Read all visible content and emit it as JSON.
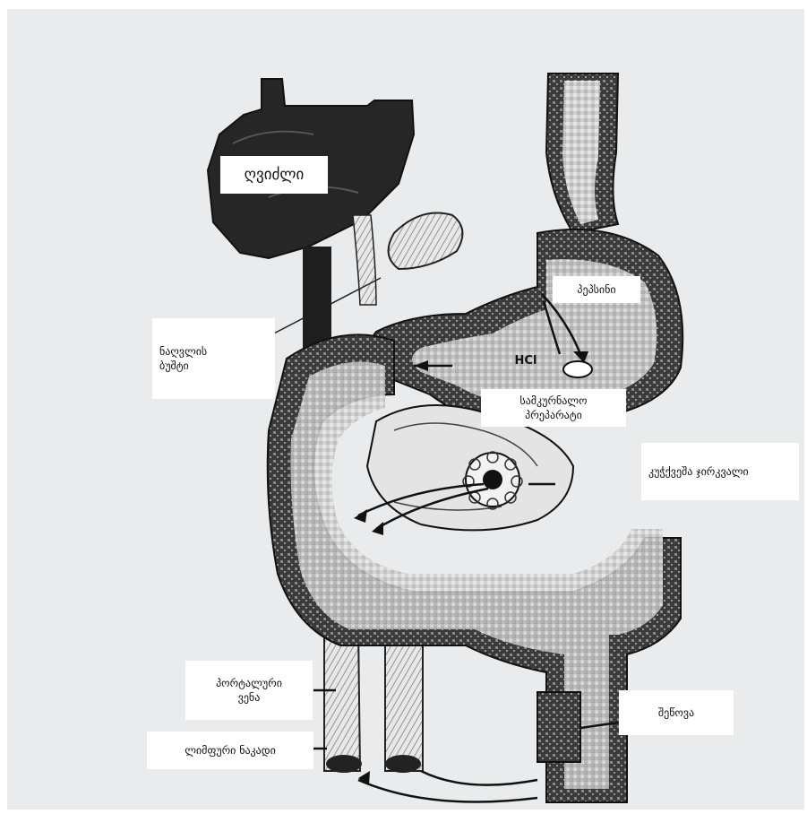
{
  "labels": {
    "liver": "ღვიძლი",
    "bile_duct": "ნაღვლის\nბუშტი",
    "pepsin": "პეპსინი",
    "drug": "სამკურნალო\nპრეპარატი",
    "intestinal_wall": "კუჭქვეშა ჯირკვალი",
    "portal_vein": "პორტალური\nვენა",
    "lymph_duct": "ლიმფური ნაკადი",
    "intestine": "შეწოვა",
    "hcl": "HCl"
  },
  "colors": {
    "background": "#e9ebec",
    "dark_organ": "#2b2b2b",
    "mid_texture": "#6f6f6f",
    "light_texture": "#d4d4d4",
    "outline": "#1a1a1a",
    "label_bg": "#ffffff"
  }
}
